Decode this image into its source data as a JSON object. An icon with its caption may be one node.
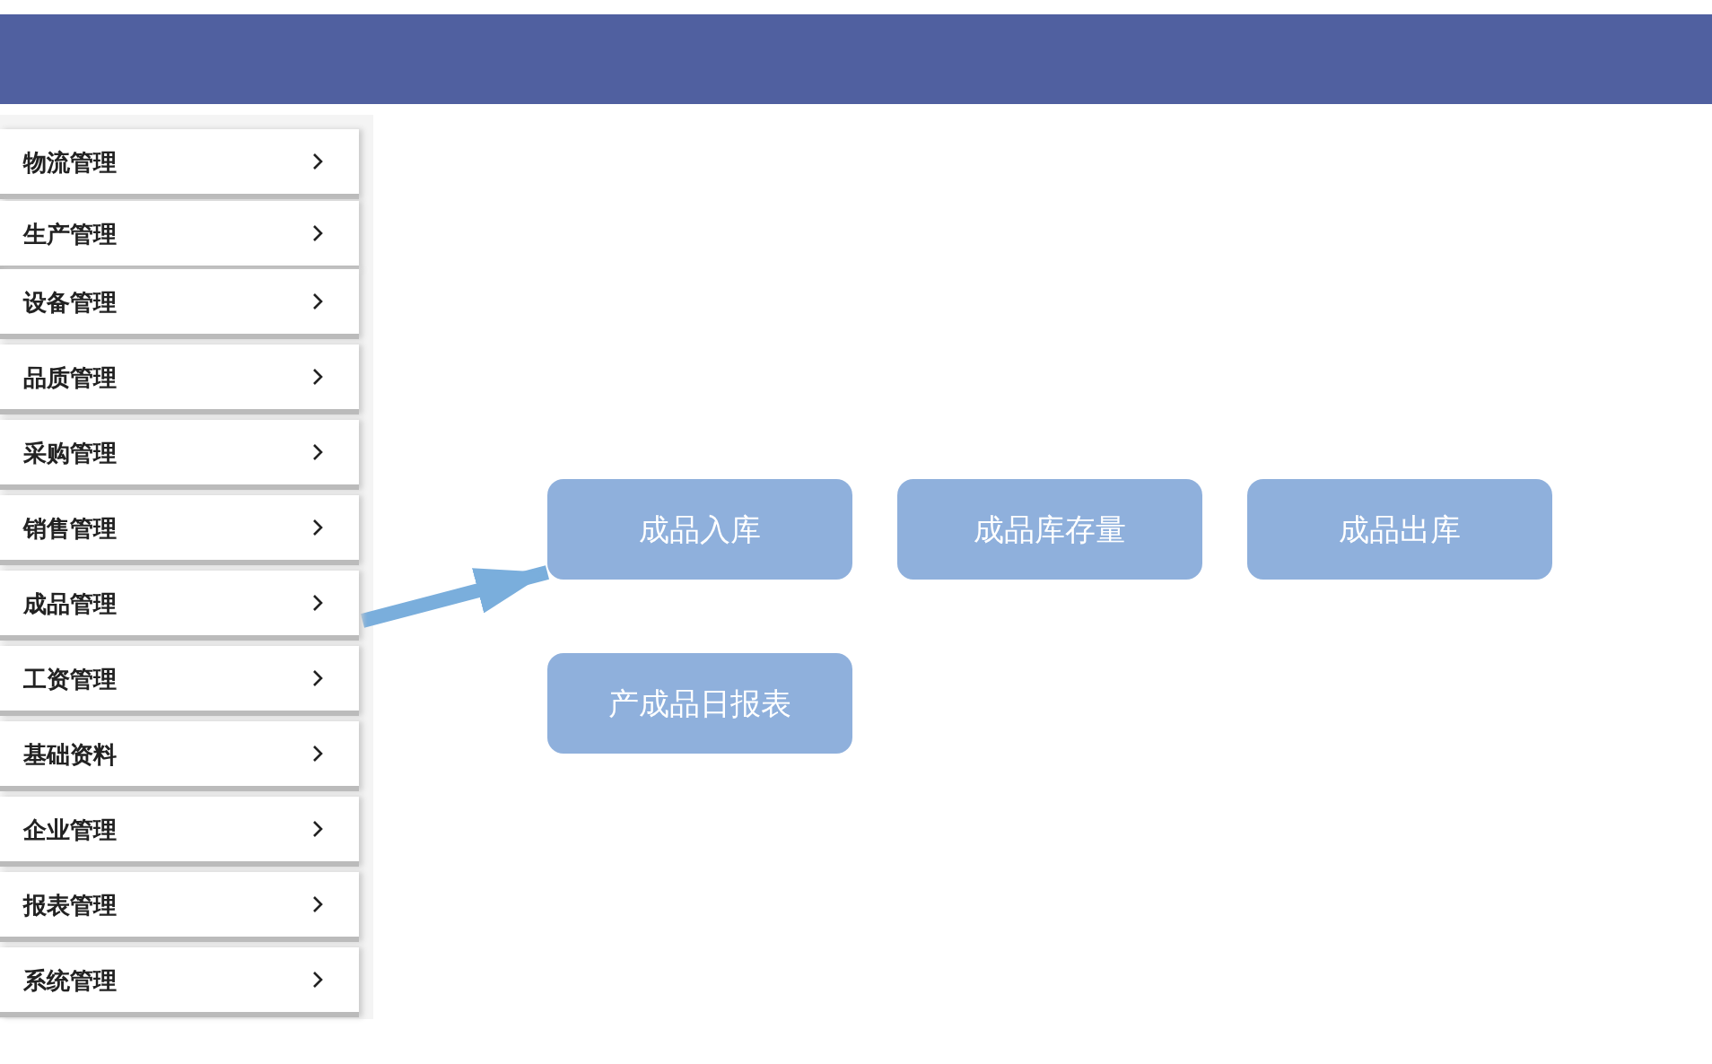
{
  "diagram": {
    "nodes": [
      {
        "text": [
          "物流管理"
        ]
      },
      {
        "text": [
          "生产管理"
        ]
      },
      {
        "text": [
          "设备管理"
        ]
      },
      {
        "text": [
          "品质管理"
        ]
      },
      {
        "text": [
          "采购管理"
        ]
      },
      {
        "text": [
          "销售管理"
        ]
      },
      {
        "text": [
          "成品管理"
        ]
      },
      {
        "text": [
          "工资管理"
        ]
      },
      {
        "text": [
          "基础资料"
        ]
      },
      {
        "text": [
          "企业管理"
        ]
      },
      {
        "text": [
          "报表管理"
        ]
      },
      {
        "text": [
          "系统管理"
        ]
      },
      {
        "text": [
          "成品入库"
        ]
      },
      {
        "text": [
          "成品库存量"
        ]
      },
      {
        "text": [
          "成品出库"
        ]
      },
      {
        "text": [
          "产成品日报表"
        ]
      }
    ],
    "edges": [
      {
        "from": 6,
        "to": 12,
        "arrow": "to"
      }
    ]
  }
}
